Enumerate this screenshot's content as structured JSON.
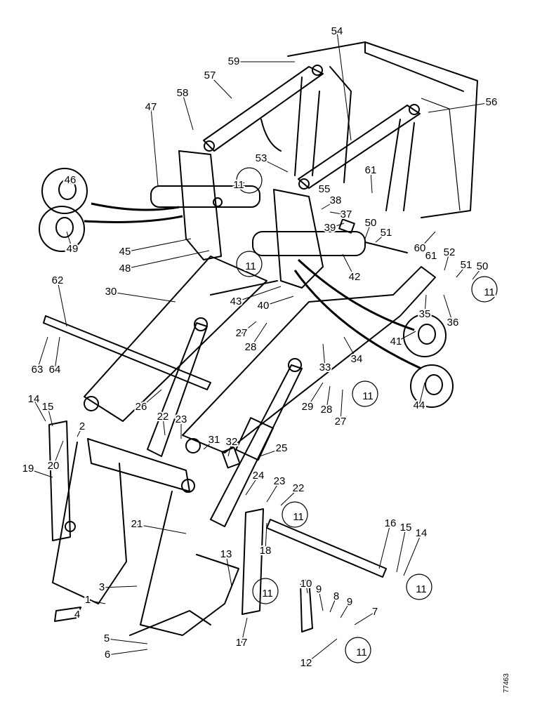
{
  "drawing_reference": "77463",
  "callouts": [
    {
      "label": "59"
    },
    {
      "label": "54"
    },
    {
      "label": "57"
    },
    {
      "label": "58"
    },
    {
      "label": "47"
    },
    {
      "label": "56"
    },
    {
      "label": "46"
    },
    {
      "label": "53"
    },
    {
      "label": "61"
    },
    {
      "label": "11"
    },
    {
      "label": "55"
    },
    {
      "label": "38"
    },
    {
      "label": "37"
    },
    {
      "label": "39"
    },
    {
      "label": "49"
    },
    {
      "label": "50"
    },
    {
      "label": "51"
    },
    {
      "label": "60"
    },
    {
      "label": "61"
    },
    {
      "label": "52"
    },
    {
      "label": "51"
    },
    {
      "label": "50"
    },
    {
      "label": "45"
    },
    {
      "label": "48"
    },
    {
      "label": "11"
    },
    {
      "label": "42"
    },
    {
      "label": "62"
    },
    {
      "label": "30"
    },
    {
      "label": "43"
    },
    {
      "label": "40"
    },
    {
      "label": "35"
    },
    {
      "label": "36"
    },
    {
      "label": "11"
    },
    {
      "label": "27"
    },
    {
      "label": "28"
    },
    {
      "label": "41"
    },
    {
      "label": "63"
    },
    {
      "label": "64"
    },
    {
      "label": "34"
    },
    {
      "label": "33"
    },
    {
      "label": "44"
    },
    {
      "label": "29"
    },
    {
      "label": "28"
    },
    {
      "label": "27"
    },
    {
      "label": "11"
    },
    {
      "label": "14"
    },
    {
      "label": "15"
    },
    {
      "label": "26"
    },
    {
      "label": "22"
    },
    {
      "label": "23"
    },
    {
      "label": "2"
    },
    {
      "label": "31"
    },
    {
      "label": "32"
    },
    {
      "label": "19"
    },
    {
      "label": "20"
    },
    {
      "label": "25"
    },
    {
      "label": "24"
    },
    {
      "label": "23"
    },
    {
      "label": "22"
    },
    {
      "label": "21"
    },
    {
      "label": "11"
    },
    {
      "label": "16"
    },
    {
      "label": "15"
    },
    {
      "label": "14"
    },
    {
      "label": "18"
    },
    {
      "label": "13"
    },
    {
      "label": "10"
    },
    {
      "label": "9"
    },
    {
      "label": "8"
    },
    {
      "label": "9"
    },
    {
      "label": "3"
    },
    {
      "label": "11"
    },
    {
      "label": "11"
    },
    {
      "label": "1"
    },
    {
      "label": "7"
    },
    {
      "label": "4"
    },
    {
      "label": "5"
    },
    {
      "label": "17"
    },
    {
      "label": "6"
    },
    {
      "label": "12"
    },
    {
      "label": "11"
    }
  ]
}
